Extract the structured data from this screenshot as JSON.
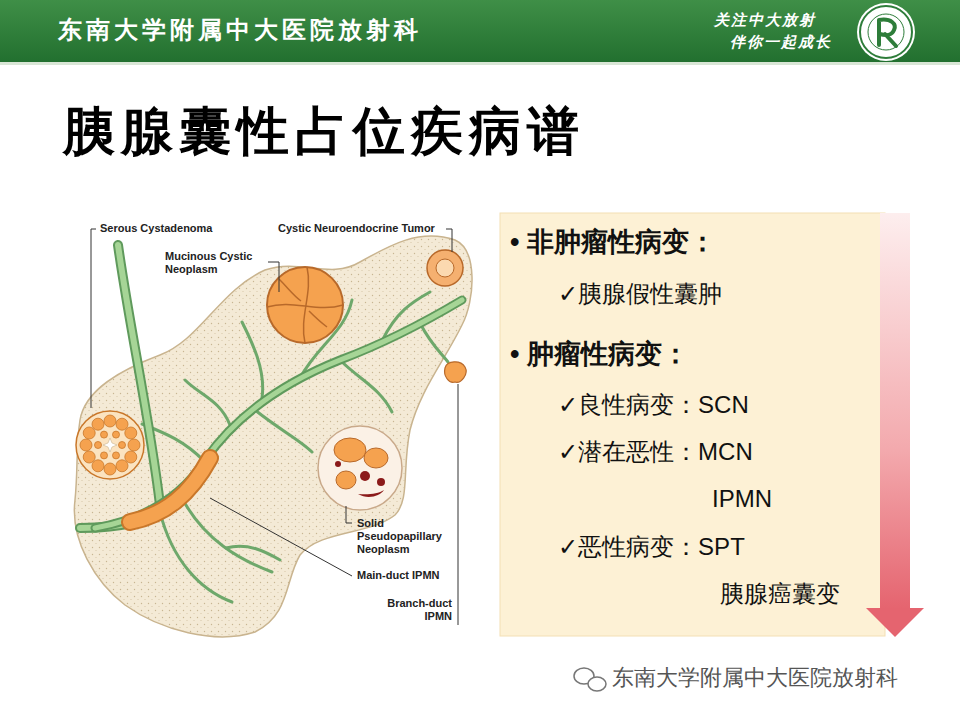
{
  "diagram": {
    "title": "胰腺囊性占位疾病谱",
    "nodes": [
      {
        "text": [
          "东南大学附属中大医院放射科",
          "关注中大放射",
          "伴你一起成长"
        ]
      },
      {
        "text": [
          "• 非肿瘤性病变：",
          "✓胰腺假性囊肿",
          "• 肿瘤性病变：",
          "✓良性病变：SCN",
          "✓潜在恶性：MCN",
          "IPMN",
          "✓恶性病变：SPT",
          "胰腺癌囊变"
        ]
      }
    ],
    "labels": [
      "Serous Cystadenoma",
      "Mucinous Cystic Neoplasm",
      "Cystic Neuroendocrine Tumor",
      "Solid Pseudopapillary Neoplasm",
      "Main-duct IPMN",
      "Branch-duct IPMN",
      "东南大学附属中大医院放射科"
    ]
  }
}
